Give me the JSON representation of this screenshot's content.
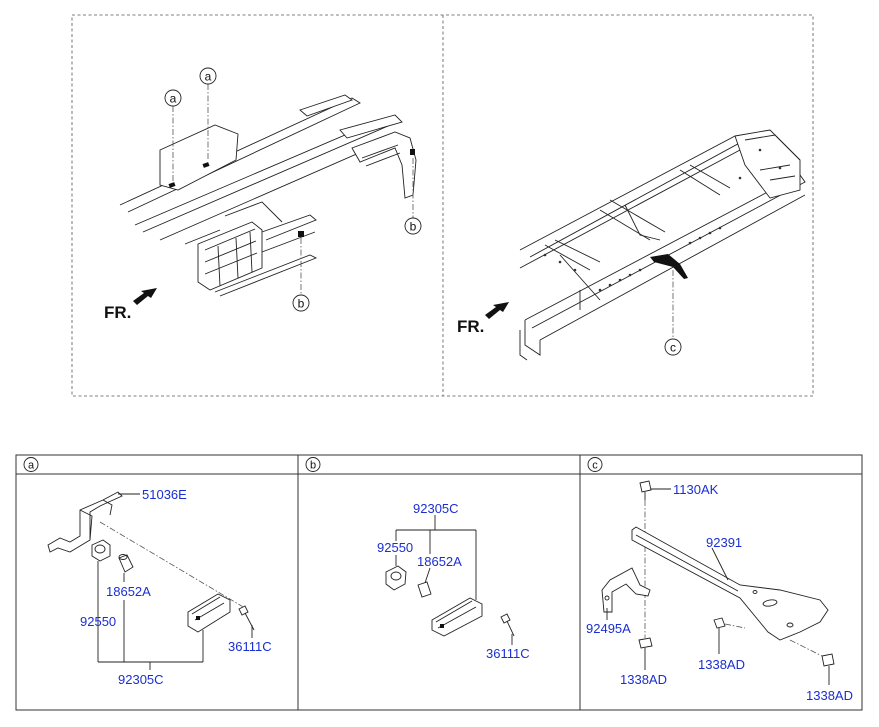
{
  "overview": {
    "left": {
      "fr_label": "FR.",
      "callouts": [
        "a",
        "a",
        "b",
        "b"
      ]
    },
    "right": {
      "fr_label": "FR.",
      "callouts": [
        "c"
      ]
    }
  },
  "detail_panels": [
    {
      "letter": "a",
      "parts": [
        "51036E",
        "92550",
        "18652A",
        "36111C",
        "92305C"
      ]
    },
    {
      "letter": "b",
      "parts": [
        "92305C",
        "92550",
        "18652A",
        "36111C"
      ]
    },
    {
      "letter": "c",
      "parts": [
        "1130AK",
        "92391",
        "92495A",
        "1338AD",
        "1338AD",
        "1338AD"
      ]
    }
  ]
}
